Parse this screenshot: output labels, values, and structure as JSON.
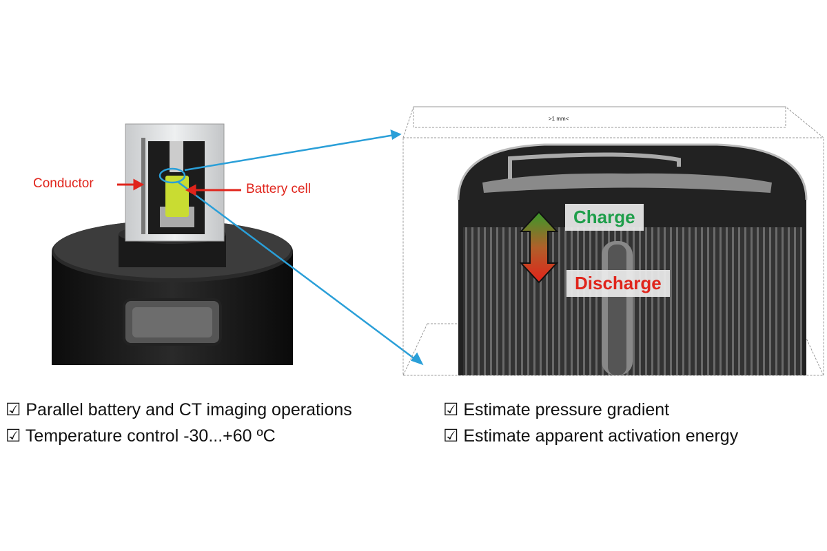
{
  "left_device": {
    "conductor_label": "Conductor",
    "battery_cell_label": "Battery cell"
  },
  "ct_image": {
    "scale_label": ">1 mm<",
    "charge_label": "Charge",
    "discharge_label": "Discharge",
    "colors": {
      "charge": "#1e9e4a",
      "discharge": "#e0241b",
      "leader": "#2a9fd8"
    }
  },
  "features": {
    "checkbox_glyph": "☑",
    "left": [
      "Parallel battery and CT imaging operations",
      "Temperature control -30...+60 ºC"
    ],
    "right": [
      "Estimate pressure gradient",
      "Estimate apparent activation energy"
    ]
  }
}
